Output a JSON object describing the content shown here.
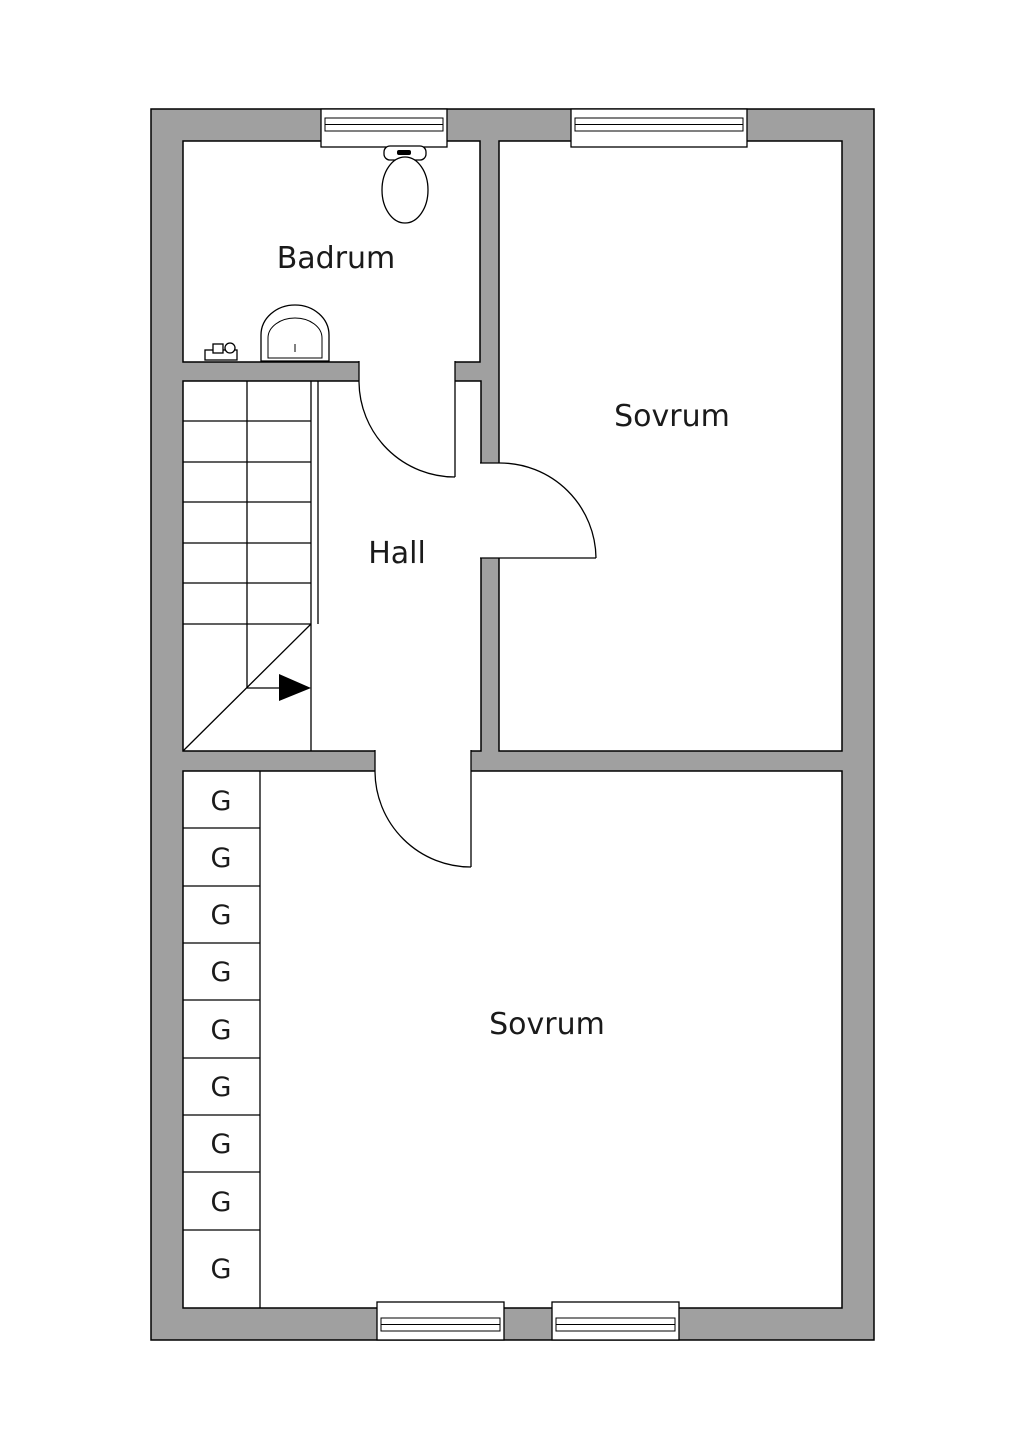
{
  "rooms": {
    "bathroom": "Badrum",
    "bedroom_1": "Sovrum",
    "hall": "Hall",
    "bedroom_2": "Sovrum"
  },
  "wardrobe": {
    "label": "G",
    "count": 9
  },
  "colors": {
    "wall": "#a0a0a0",
    "floor": "#ffffff",
    "line": "#000000"
  },
  "icons": [
    "toilet-icon",
    "sink-icon",
    "faucet-icon",
    "stair-arrow-icon",
    "window-icon",
    "door-swing-icon"
  ]
}
